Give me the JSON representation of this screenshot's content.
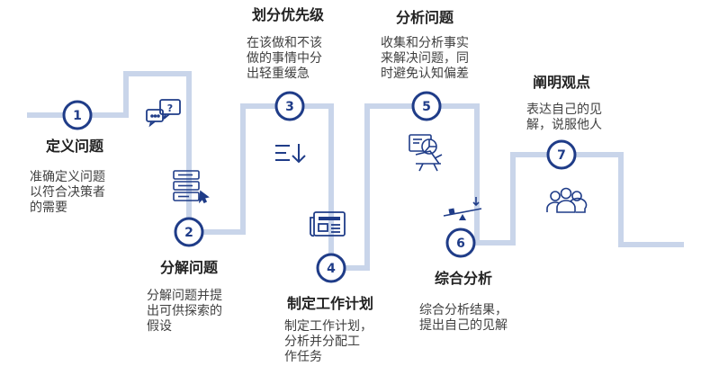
{
  "colors": {
    "path": "#c9d5ea",
    "circle_fill": "#ffffff",
    "circle_stroke": "#1f3c88",
    "icon": "#1f3c88",
    "text": "#3a3a3a"
  },
  "steps": [
    {
      "number": "1",
      "title": "定义问题",
      "desc": "准确定义问题\n以符合决策者\n的需要",
      "icon": "question-chat-icon"
    },
    {
      "number": "2",
      "title": "分解问题",
      "desc": "分解问题并提\n出可供探索的\n假设",
      "icon": "form-list-icon"
    },
    {
      "number": "3",
      "title": "划分优先级",
      "desc": "在该做和不该\n做的事情中分\n出轻重缓急",
      "icon": "sort-down-icon"
    },
    {
      "number": "4",
      "title": "制定工作计划",
      "desc": "制定工作计划，\n分析并分配工\n作任务",
      "icon": "newspaper-icon"
    },
    {
      "number": "5",
      "title": "分析问题",
      "desc": "收集和分析事实\n来解决问题，同\n时避免认知偏差",
      "icon": "analysis-icon"
    },
    {
      "number": "6",
      "title": "综合分析",
      "desc": "综合分析结果，\n提出自己的见解",
      "icon": "balance-icon"
    },
    {
      "number": "7",
      "title": "阐明观点",
      "desc": "表达自己的见\n解，说服他人",
      "icon": "team-icon"
    }
  ]
}
